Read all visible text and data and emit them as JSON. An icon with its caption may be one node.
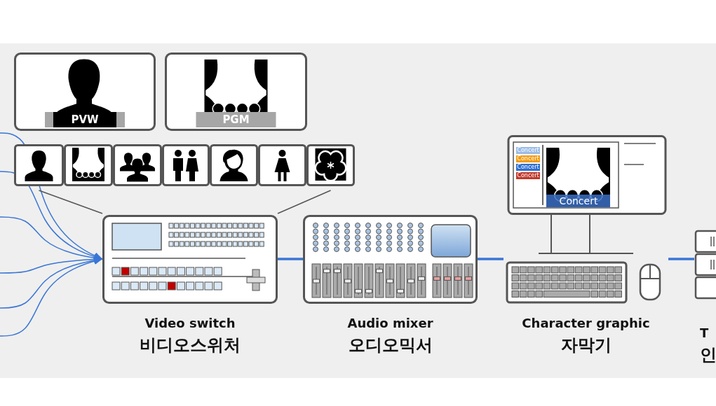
{
  "diagram": {
    "nodes": [
      {
        "text": [
          "PVW"
        ]
      },
      {
        "text": [
          "PGM"
        ]
      },
      {
        "text": [],
        "shape": "picture"
      },
      {
        "text": [],
        "shape": "picture"
      },
      {
        "text": [],
        "shape": "picture"
      },
      {
        "text": [],
        "shape": "picture"
      },
      {
        "text": [],
        "shape": "picture"
      },
      {
        "text": [],
        "shape": "picture"
      },
      {
        "text": [],
        "shape": "picture"
      },
      {
        "text": [
          "Video switch",
          "비디오스위처"
        ]
      },
      {
        "text": [
          "Audio mixer",
          "오디오믹서"
        ]
      },
      {
        "text": [
          "Character graphic",
          "자막기"
        ]
      },
      {
        "text": [
          "T",
          "인"
        ]
      }
    ],
    "edges": [
      {
        "from": null,
        "to": 9,
        "arrow": "to"
      },
      {
        "from": null,
        "to": 9,
        "arrow": "to"
      },
      {
        "from": null,
        "to": 9,
        "arrow": "to"
      },
      {
        "from": null,
        "to": 9,
        "arrow": "to"
      },
      {
        "from": null,
        "to": 9,
        "arrow": "to"
      },
      {
        "from": null,
        "to": 9,
        "arrow": "to"
      },
      {
        "from": 2,
        "to": 9,
        "arrow": "none",
        "color": "#555555"
      },
      {
        "from": 8,
        "to": 9,
        "arrow": "none",
        "color": "#555555"
      },
      {
        "from": 9,
        "to": 10,
        "arrow": "none",
        "style": "thick"
      },
      {
        "from": 10,
        "to": 11,
        "arrow": "none",
        "style": "thick"
      },
      {
        "from": 11,
        "to": 12,
        "arrow": "none",
        "style": "thick"
      }
    ],
    "labels": [
      "Concert",
      "Concert",
      "Concert",
      "Concert",
      "Concert"
    ]
  }
}
